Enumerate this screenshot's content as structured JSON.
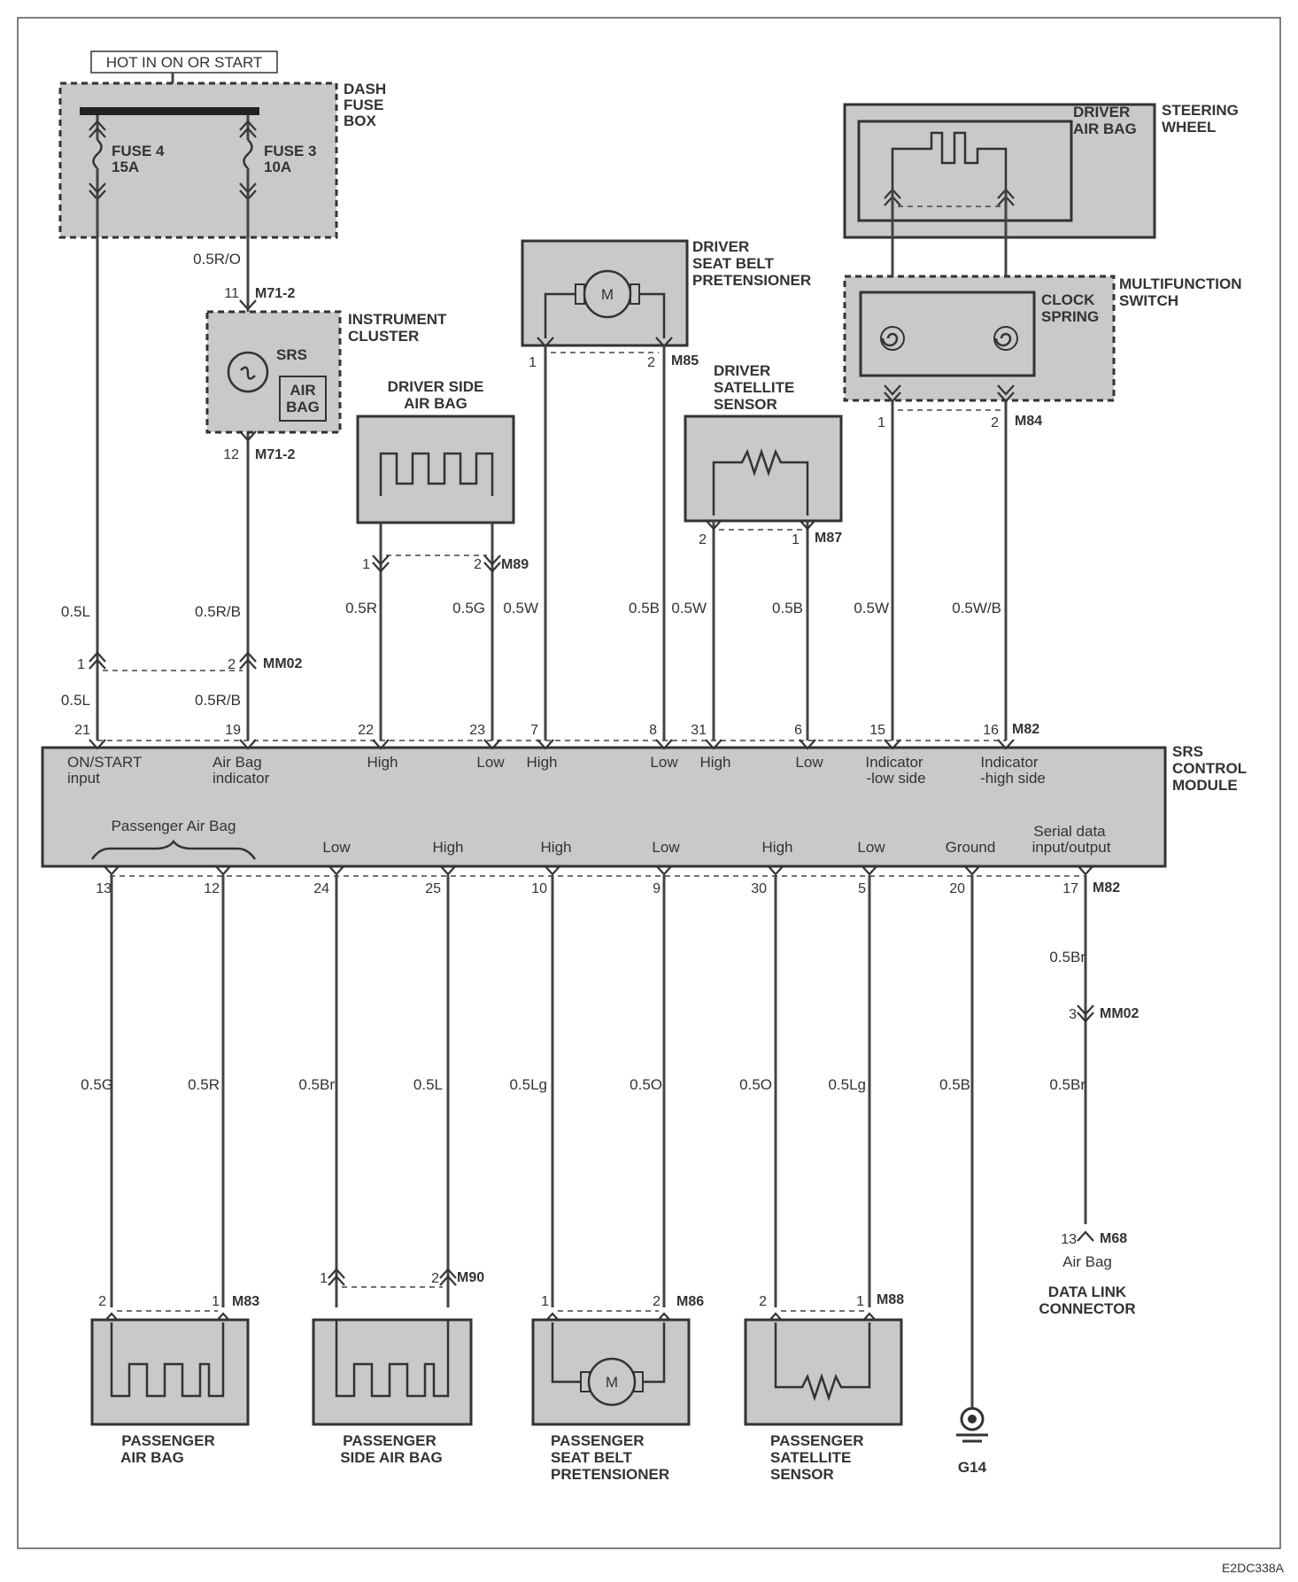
{
  "power_label": "HOT IN ON OR START",
  "dash_fuse_box": [
    "DASH",
    "FUSE",
    "BOX"
  ],
  "fuse4": [
    "FUSE 4",
    "15A"
  ],
  "fuse3": [
    "FUSE 3",
    "10A"
  ],
  "instrument_cluster": [
    "INSTRUMENT",
    "CLUSTER"
  ],
  "cluster_srs": "SRS",
  "cluster_airbag": [
    "AIR",
    "BAG"
  ],
  "driver_side_air_bag": [
    "DRIVER SIDE",
    "AIR BAG"
  ],
  "driver_seat_belt": [
    "DRIVER",
    "SEAT BELT",
    "PRETENSIONER"
  ],
  "driver_satellite": [
    "DRIVER",
    "SATELLITE",
    "SENSOR"
  ],
  "steering_wheel": [
    "STEERING",
    "WHEEL"
  ],
  "driver_air_bag": [
    "DRIVER",
    "AIR BAG"
  ],
  "multifunction_switch": [
    "MULTIFUNCTION",
    "SWITCH"
  ],
  "clock_spring": [
    "CLOCK",
    "SPRING"
  ],
  "srs_module": [
    "SRS",
    "CONTROL",
    "MODULE"
  ],
  "motor_letter": "M",
  "connectors": {
    "m71_2": "M71-2",
    "mm02": "MM02",
    "m89": "M89",
    "m85": "M85",
    "m87": "M87",
    "m84": "M84",
    "m82": "M82",
    "m83": "M83",
    "m90": "M90",
    "m86": "M86",
    "m88": "M88",
    "m68": "M68",
    "g14": "G14"
  },
  "pins": {
    "p11": "11",
    "p12": "12",
    "p1": "1",
    "p2": "2",
    "p3": "3",
    "p13": "13",
    "m82_top": [
      "21",
      "19",
      "22",
      "23",
      "7",
      "8",
      "31",
      "6",
      "15",
      "16"
    ],
    "m82_bottom": [
      "13",
      "12",
      "24",
      "25",
      "10",
      "9",
      "30",
      "5",
      "20",
      "17"
    ]
  },
  "wires": {
    "r_o": "0.5R/O",
    "l": "0.5L",
    "r_b": "0.5R/B",
    "r": "0.5R",
    "g": "0.5G",
    "w": "0.5W",
    "b": "0.5B",
    "w_b": "0.5W/B",
    "br": "0.5Br",
    "lg": "0.5Lg",
    "o": "0.5O"
  },
  "module_top_labels": {
    "on_start": [
      "ON/START",
      "input"
    ],
    "airbag_ind": [
      "Air Bag",
      "indicator"
    ],
    "high": "High",
    "low": "Low",
    "ind_low": [
      "Indicator",
      "-low side"
    ],
    "ind_high": [
      "Indicator",
      "-high side"
    ]
  },
  "module_bottom_labels": {
    "passenger_air_bag": "Passenger Air Bag",
    "low": "Low",
    "high": "High",
    "ground": "Ground",
    "serial": [
      "Serial data",
      "input/output"
    ]
  },
  "passenger_air_bag": [
    "PASSENGER",
    "AIR BAG"
  ],
  "passenger_side_air_bag": [
    "PASSENGER",
    "SIDE AIR BAG"
  ],
  "passenger_seat_belt": [
    "PASSENGER",
    "SEAT BELT",
    "PRETENSIONER"
  ],
  "passenger_satellite": [
    "PASSENGER",
    "SATELLITE",
    "SENSOR"
  ],
  "dlc_air_bag": "Air Bag",
  "data_link_connector": [
    "DATA LINK",
    "CONNECTOR"
  ],
  "figure_code": "E2DC338A"
}
